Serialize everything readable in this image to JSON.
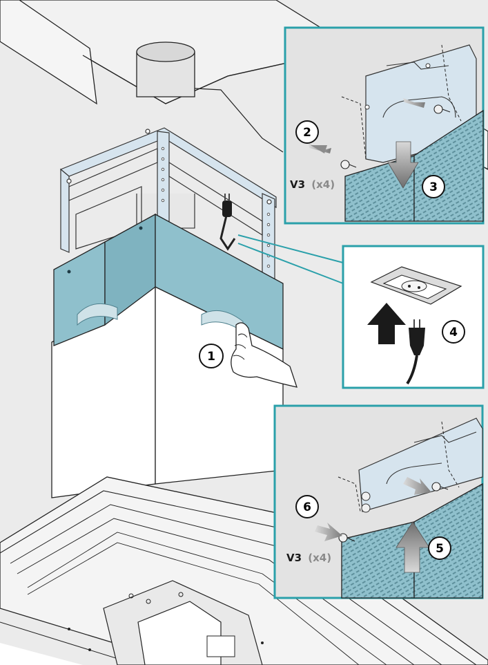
{
  "steps": [
    "1",
    "2",
    "3",
    "4",
    "5",
    "6"
  ],
  "screw_labels": {
    "top": {
      "code": "V3",
      "qty": "(x4)"
    },
    "bottom": {
      "code": "V3",
      "qty": "(x4)"
    }
  },
  "colors": {
    "panel_blue": "#8fc0cc",
    "panel_dark": "#7aaebb",
    "frame_light": "#d6e4ee",
    "callout_border": "#2aa0aa",
    "arrow_dark": "#1a1a1a",
    "arrow_gray": "#8c8c8c",
    "background_gray": "#e9e9e9"
  }
}
